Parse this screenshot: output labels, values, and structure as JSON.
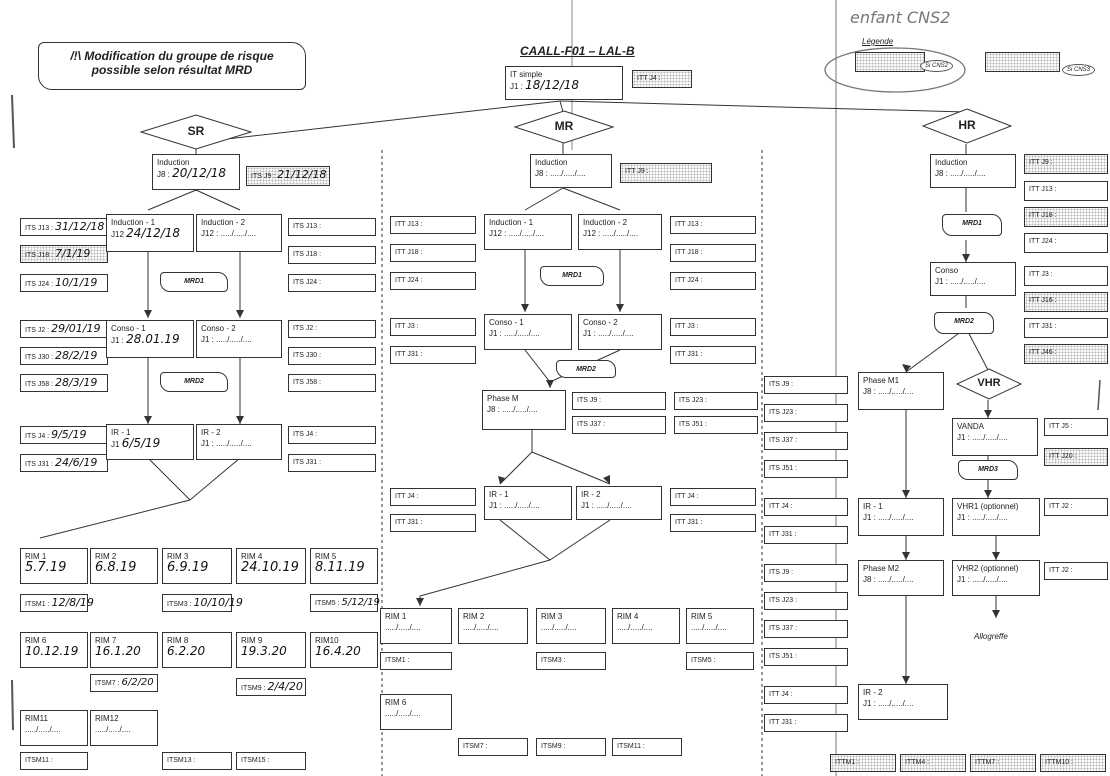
{
  "header": {
    "warning_line1": "/!\\ Modification du groupe de risque",
    "warning_line2": "possible selon résultat MRD",
    "protocol": "CAALL-F01 – LAL-B",
    "it_simple_label": "IT simple",
    "it_simple_date_label": "J1 :",
    "it_simple_date_value": "18/12/18",
    "itt_j4": "ITT J4 :"
  },
  "annotation": {
    "child": "enfant CNS2",
    "legend_title": "Légende",
    "legend_si_cns2": "Si CNS2",
    "legend_si_cns3": "Si CNS3"
  },
  "sr": {
    "title": "SR",
    "induction": "Induction",
    "induction_date_label": "J8 :",
    "induction_date_value": "20/12/18",
    "its_j9": "ITS J9 :",
    "its_j9_value": "21/12/18",
    "ind1": "Induction - 1",
    "ind1_label": "J12",
    "ind1_value": "24/12/18",
    "ind2": "Induction - 2",
    "ind2_date": "J12 : ...../...../....",
    "left_j13": "ITS J13 :",
    "left_j13_value": "31/12/18",
    "left_j18": "ITS J18 :",
    "left_j18_value": "7/1/19",
    "left_j24": "ITS J24 :",
    "left_j24_value": "10/1/19",
    "right_j13": "ITS J13 :",
    "right_j18": "ITS J18 :",
    "right_j24": "ITS J24 :",
    "mrd1": "MRD1",
    "left_j2": "ITS J2 :",
    "left_j2_value": "29/01/19",
    "left_j30": "ITS J30 :",
    "left_j30_value": "28/2/19",
    "left_j58": "ITS J58 :",
    "left_j58_value": "28/3/19",
    "conso1": "Conso - 1",
    "conso1_label": "J1 :",
    "conso1_value": "28.01.19",
    "conso2": "Conso - 2",
    "conso2_date": "J1 : ...../...../....",
    "right_j2": "ITS J2 :",
    "right_j30": "ITS J30 :",
    "right_j58": "ITS J58 :",
    "mrd2": "MRD2",
    "left_j4": "ITS J4 :",
    "left_j4_value": "9/5/19",
    "left_j31": "ITS J31 :",
    "left_j31_value": "24/6/19",
    "ir1": "IR - 1",
    "ir1_label": "J1",
    "ir1_value": "6/5/19",
    "ir2": "IR - 2",
    "ir2_date": "J1 : ...../...../....",
    "right_j4": "ITS J4 :",
    "right_j31": "ITS J31 :",
    "rim": [
      {
        "label": "RIM 1",
        "value": "5.7.19"
      },
      {
        "label": "RIM 2",
        "value": "6.8.19"
      },
      {
        "label": "RIM 3",
        "value": "6.9.19"
      },
      {
        "label": "RIM 4",
        "value": "24.10.19"
      },
      {
        "label": "RIM 5",
        "value": "8.11.19"
      },
      {
        "label": "RIM 6",
        "value": "10.12.19"
      },
      {
        "label": "RIM 7",
        "value": "16.1.20"
      },
      {
        "label": "RIM 8",
        "value": "6.2.20"
      },
      {
        "label": "RIM 9",
        "value": "19.3.20"
      },
      {
        "label": "RIM10",
        "value": "16.4.20"
      },
      {
        "label": "RIM11",
        "value": "...../...../...."
      },
      {
        "label": "RIM12",
        "value": "...../...../...."
      }
    ],
    "itsm1": "ITSM1 :",
    "itsm1_value": "12/8/19",
    "itsm3": "ITSM3 :",
    "itsm3_value": "10/10/19",
    "itsm5": "ITSM5 :",
    "itsm5_value": "5/12/19",
    "itsm7": "ITSM7 :",
    "itsm7_value": "6/2/20",
    "itsm9": "ITSM9 :",
    "itsm9_value": "2/4/20",
    "itsm11": "ITSM11 :",
    "itsm13": "ITSM13 :",
    "itsm15": "ITSM15 :"
  },
  "mr": {
    "title": "MR",
    "induction": "Induction",
    "induction_date": "J8 : ...../...../....",
    "itt_j9": "ITT J9 :",
    "ind1": "Induction - 1",
    "ind1_date": "J12 : ...../...../....",
    "ind2": "Induction - 2",
    "ind2_date": "J12 : ...../...../....",
    "left_j13": "ITT J13 :",
    "left_j18": "ITT J18 :",
    "left_j24": "ITT J24 :",
    "right_j13": "ITT J13 :",
    "right_j18": "ITT J18 :",
    "right_j24": "ITT J24 :",
    "mrd1": "MRD1",
    "left_j3": "ITT J3 :",
    "left_j31": "ITT J31 :",
    "conso1": "Conso - 1",
    "conso1_date": "J1 : ...../...../....",
    "conso2": "Conso - 2",
    "conso2_date": "J1 : ...../...../....",
    "right_j3": "ITT J3 :",
    "right_j31": "ITT J31 :",
    "mrd2": "MRD2",
    "phase_m": "Phase M",
    "phase_m_date": "J8 : ...../...../....",
    "its_j9": "ITS J9 :",
    "its_j37": "ITS J37 :",
    "its_j23": "ITS J23 :",
    "its_j51": "ITS J51 :",
    "ir_left_j4": "ITT J4 :",
    "ir_left_j31": "ITT J31 :",
    "ir1": "IR - 1",
    "ir1_date": "J1 : ...../...../....",
    "ir2": "IR - 2",
    "ir2_date": "J1 : ...../...../....",
    "ir_right_j4": "ITT J4 :",
    "ir_right_j31": "ITT J31 :",
    "rim": [
      "RIM 1",
      "RIM 2",
      "RIM 3",
      "RIM 4",
      "RIM 5",
      "RIM 6"
    ],
    "rim_date": "...../...../....",
    "itsm1": "ITSM1 :",
    "itsm3": "ITSM3 :",
    "itsm5": "ITSM5 :",
    "itsm7": "ITSM7 :",
    "itsm9": "ITSM9 :",
    "itsm11": "ITSM11 :"
  },
  "hr": {
    "title": "HR",
    "vhr_title": "VHR",
    "induction": "Induction",
    "induction_date": "J8 : ...../...../....",
    "itt_col": [
      "ITT J9 :",
      "ITT J13 :",
      "ITT J18 :",
      "ITT J24 :"
    ],
    "mrd1": "MRD1",
    "conso": "Conso",
    "conso_date": "J1 : ...../...../....",
    "itt_col2": [
      "ITT J3 :",
      "ITT J16 :",
      "ITT J31 :",
      "ITT J46 :"
    ],
    "mrd2": "MRD2",
    "phase_m1": "Phase M1",
    "phase_m1_date": "J8 : ...../...../....",
    "left_its_a": [
      "ITS J9 :",
      "ITS J23 :",
      "ITS J37 :",
      "ITS J51 :"
    ],
    "vanda": "VANDA",
    "vanda_date": "J1 : ...../...../....",
    "itt_j5": "ITT J5 :",
    "itt_j20": "ITT J20 :",
    "mrd3": "MRD3",
    "left_ir1_j4": "ITT J4 :",
    "left_ir1_j31": "ITT J31 :",
    "ir1": "IR - 1",
    "ir1_date": "J1 : ...../...../....",
    "vhr1": "VHR1 (optionnel)",
    "vhr1_date": "J1 : ...../...../....",
    "vhr1_itt": "ITT J2 :",
    "left_its_b": [
      "ITS J9 :",
      "ITS J23 :",
      "ITS J37 :",
      "ITS J51 :"
    ],
    "phase_m2": "Phase M2",
    "phase_m2_date": "J8 : ...../...../....",
    "vhr2": "VHR2 (optionnel)",
    "vhr2_date": "J1 : ...../...../....",
    "vhr2_itt": "ITT J2 :",
    "allogreffe": "Allogreffe",
    "left_ir2_j4": "ITT J4 :",
    "left_ir2_j31": "ITT J31 :",
    "ir2": "IR - 2",
    "ir2_date": "J1 : ...../...../....",
    "bottom": [
      "ITTM1 :",
      "ITTM4 :",
      "ITTM7 :",
      "ITTM10 :"
    ]
  }
}
